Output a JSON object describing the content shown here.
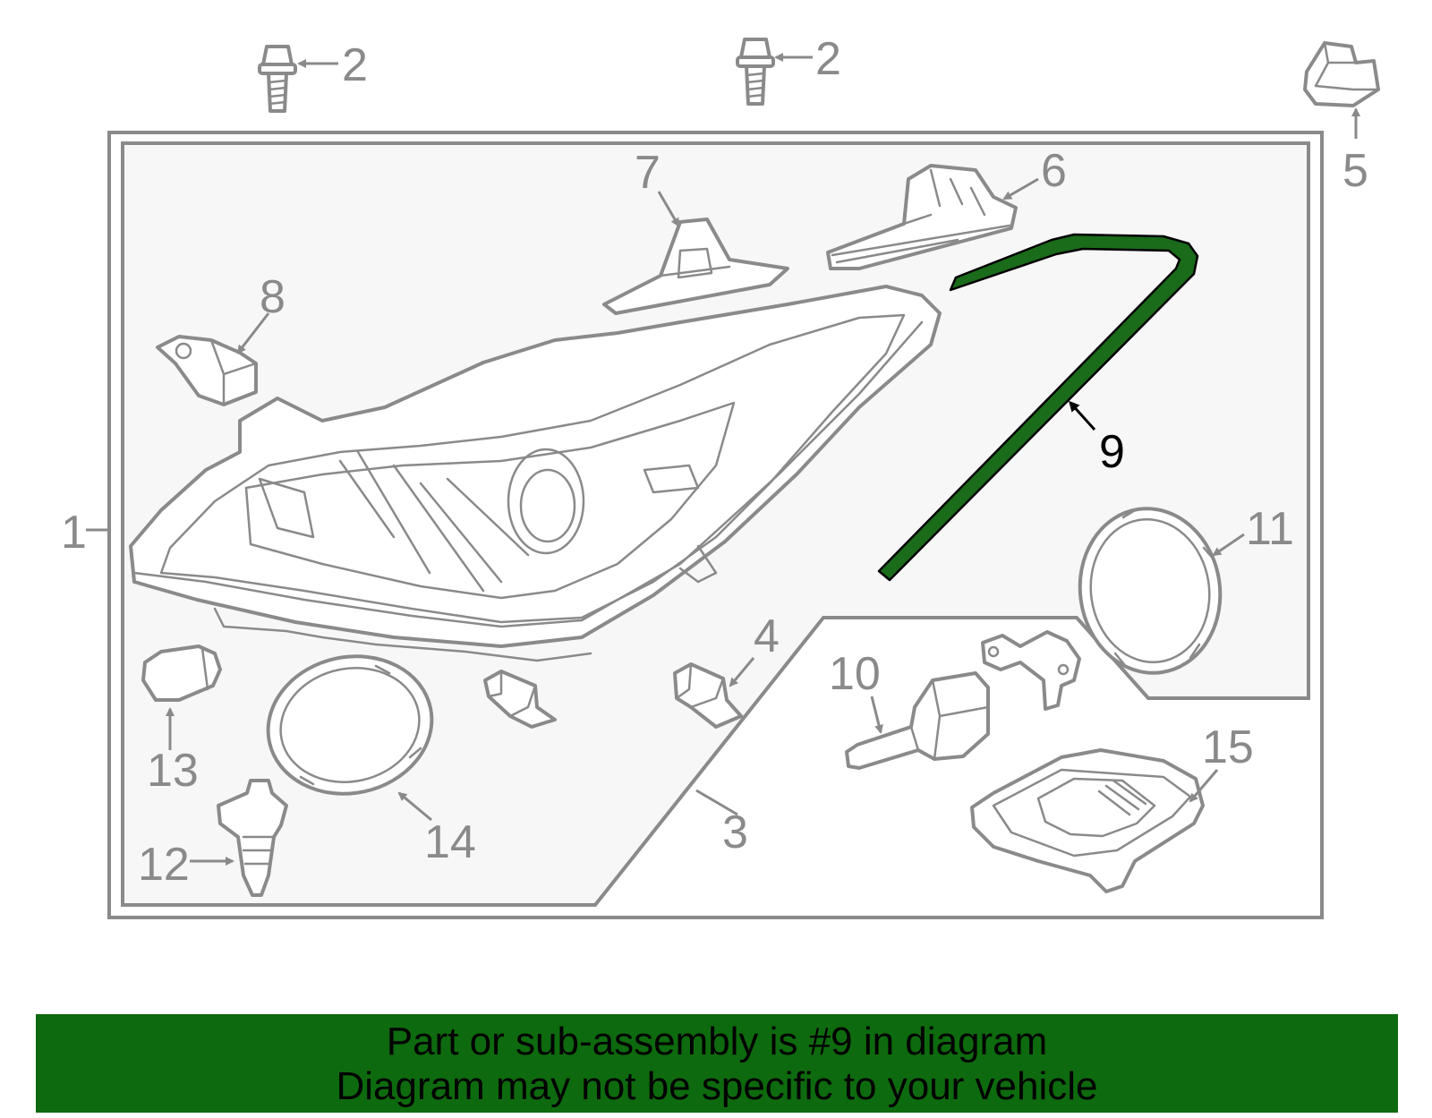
{
  "colors": {
    "line": "#8a8a8a",
    "highlight_part": "#1a6b1a",
    "banner_bg": "#0e6a0e",
    "panel_bg": "#f7f7f7"
  },
  "callouts": {
    "c1": "1",
    "c2a": "2",
    "c2b": "2",
    "c3": "3",
    "c4": "4",
    "c5": "5",
    "c6": "6",
    "c7": "7",
    "c8": "8",
    "c9": "9",
    "c10": "10",
    "c11": "11",
    "c12": "12",
    "c13": "13",
    "c14": "14",
    "c15": "15"
  },
  "highlighted_part": "9",
  "banner": {
    "line1": "Part or sub-assembly is #9 in diagram",
    "line2": "Diagram may not be specific to your vehicle"
  }
}
